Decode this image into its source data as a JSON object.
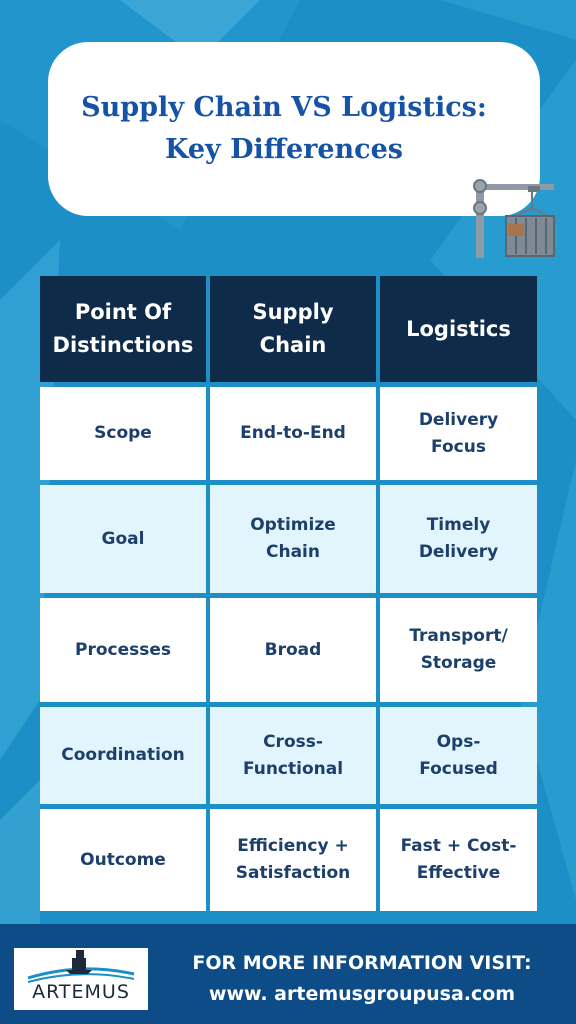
{
  "title": {
    "line1": "Supply Chain VS Logistics:",
    "line2": "Key Differences"
  },
  "table": {
    "headers": [
      [
        "Point Of",
        "Distinctions"
      ],
      [
        "Supply",
        "Chain"
      ],
      [
        "Logistics"
      ]
    ],
    "rows": [
      {
        "point": [
          "Scope"
        ],
        "supply": [
          "End-to-End"
        ],
        "logistics": [
          "Delivery",
          "Focus"
        ]
      },
      {
        "point": [
          "Goal"
        ],
        "supply": [
          "Optimize",
          "Chain"
        ],
        "logistics": [
          "Timely",
          "Delivery"
        ]
      },
      {
        "point": [
          "Processes"
        ],
        "supply": [
          "Broad"
        ],
        "logistics": [
          "Transport/",
          "Storage"
        ]
      },
      {
        "point": [
          "Coordination"
        ],
        "supply": [
          "Cross-",
          "Functional"
        ],
        "logistics": [
          "Ops-",
          "Focused"
        ]
      },
      {
        "point": [
          "Outcome"
        ],
        "supply": [
          "Efficiency +",
          "Satisfaction"
        ],
        "logistics": [
          "Fast + Cost-",
          "Effective"
        ]
      }
    ]
  },
  "footer": {
    "logo_text": "ARTEMUS",
    "line1": "FOR MORE INFORMATION VISIT:",
    "line2": "www. artemusgroupusa.com"
  },
  "icons": {
    "crane": "crane-container-icon",
    "logo": "ship-logo-icon"
  },
  "colors": {
    "background": "#1b8fc6",
    "title": "#1652a6",
    "header_bg": "#0f2b4a",
    "cell_text": "#1d3f6b",
    "light_cell": "#e2f5fc",
    "footer_bg": "#0d4c86"
  }
}
